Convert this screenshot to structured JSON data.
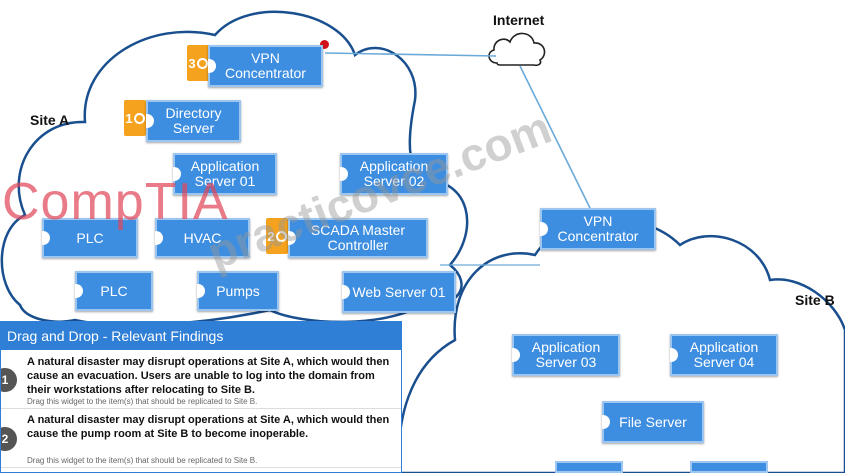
{
  "labels": {
    "internet": "Internet",
    "site_a": "Site A",
    "site_b": "Site B"
  },
  "nodes": {
    "vpn_a": "VPN Concentrator",
    "directory_server": "Directory Server",
    "app_server_01": "Application Server 01",
    "app_server_02": "Application Server 02",
    "plc_1": "PLC",
    "hvac": "HVAC",
    "scada": "SCADA Master Controller",
    "plc_2": "PLC",
    "pumps": "Pumps",
    "web_server_01": "Web Server 01",
    "vpn_b": "VPN Concentrator",
    "app_server_03": "Application Server 03",
    "app_server_04": "Application Server 04",
    "file_server": "File Server"
  },
  "badges": {
    "vpn_a": "3",
    "directory_server": "1",
    "scada": "2"
  },
  "watermarks": {
    "comptia": "CompTIA",
    "practicovce": "practicovce.com"
  },
  "panel": {
    "title": "Drag and Drop - Relevant Findings",
    "findings": [
      {
        "number": "1",
        "text": "A natural disaster may disrupt operations at Site A, which would then cause an evacuation. Users are unable to log into the domain from their workstations after relocating to Site B.",
        "hint": "Drag this widget to the item(s) that should be replicated to Site B."
      },
      {
        "number": "2",
        "text": "A natural disaster may disrupt operations at Site A, which would then cause the pump room at Site B to become inoperable.",
        "hint": "Drag this widget to the item(s) that should be replicated to Site B."
      }
    ]
  },
  "colors": {
    "node_fill": "#3d8ee0",
    "cloud_stroke": "#1a4f8f",
    "badge": "#f5a31e",
    "panel_header": "#2f7fd6"
  },
  "icons": {
    "internet": "cloud-icon",
    "badge_marker": "drop-target-icon"
  }
}
